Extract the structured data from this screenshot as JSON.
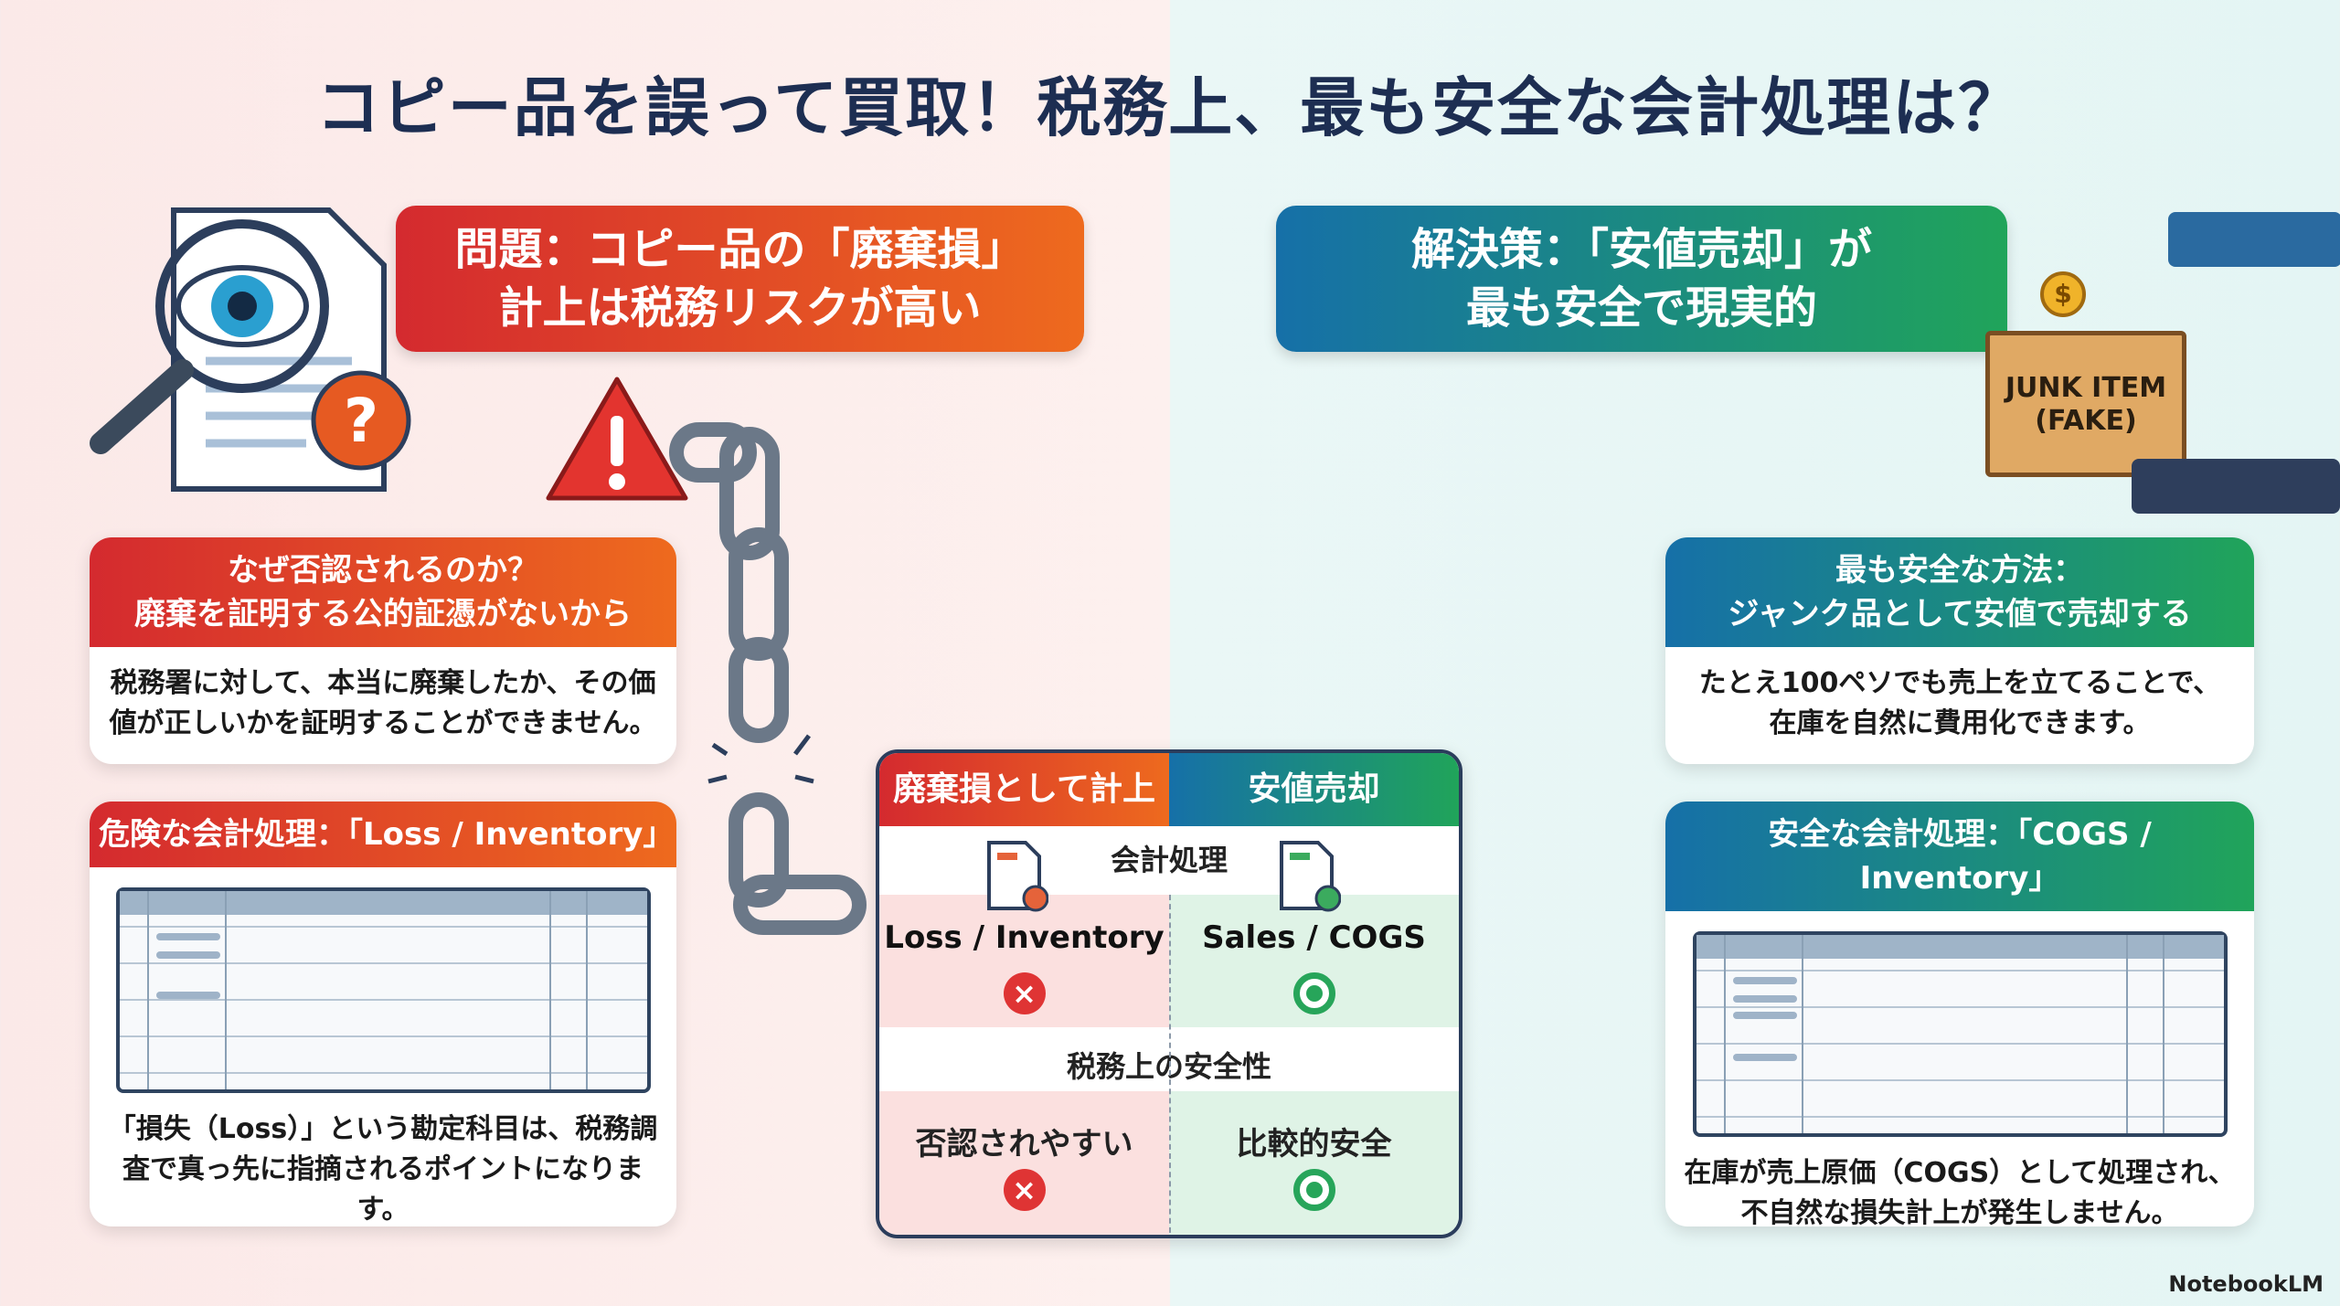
{
  "title": "コピー品を誤って買取！税務上、最も安全な会計処理は？",
  "problem": {
    "line1": "問題：コピー品の「廃棄損」",
    "line2": "計上は税務リスクが高い"
  },
  "solution": {
    "line1": "解決策：「安値売却」が",
    "line2": "最も安全で現実的"
  },
  "left_card1": {
    "head1": "なぜ否認されるのか？",
    "head2": "廃棄を証明する公的証憑がないから",
    "body1": "税務署に対して、本当に廃棄したか、その価",
    "body2": "値が正しいかを証明することができません。"
  },
  "left_card2": {
    "head": "危険な会計処理：「Loss / Inventory」",
    "body1": "「損失（Loss）」という勘定科目は、税務調",
    "body2": "査で真っ先に指摘されるポイントになります。"
  },
  "right_card1": {
    "head1": "最も安全な方法：",
    "head2": "ジャンク品として安値で売却する",
    "body1": "たとえ100ペソでも売上を立てることで、",
    "body2": "在庫を自然に費用化できます。"
  },
  "right_card2": {
    "head": "安全な会計処理：「COGS / Inventory」",
    "body1": "在庫が売上原価（COGS）として処理され、",
    "body2": "不自然な損失計上が発生しません。"
  },
  "comparison": {
    "col_left": "廃棄損として計上",
    "col_right": "安値売却",
    "row1_label": "会計処理",
    "row1_left": "Loss / Inventory",
    "row1_right": "Sales / COGS",
    "row2_label": "税務上の安全性",
    "row2_left": "否認されやすい",
    "row2_right": "比較的安全",
    "mark_bad": "×",
    "mark_good": "◯"
  },
  "box_label1": "JUNK ITEM",
  "box_label2": "(FAKE)",
  "watermark": "NotebookLM",
  "colors": {
    "red": "#d42a2f",
    "orange": "#ee6a1e",
    "blue": "#1670a8",
    "green": "#20a45a",
    "navy": "#1d2e52"
  }
}
